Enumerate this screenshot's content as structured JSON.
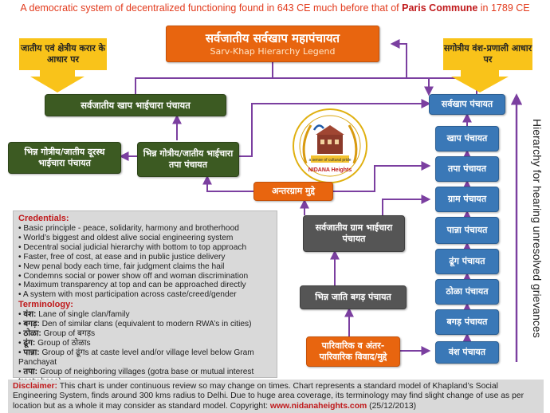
{
  "banner": {
    "prefix": "A democratic system of decentralized functioning found in 643 CE much before that of ",
    "paris": "Paris Commune",
    "suffix": " in 1789 CE"
  },
  "title": {
    "hindi": "सर्वजातीय सर्वखाप महापंचायत",
    "english": "Sarv-Khap Hierarchy Legend"
  },
  "callouts": {
    "left": "जातीय एवं क्षेत्रीय करार के आधार पर",
    "right": "सगोत्रीय वंश-प्रणाली आधार पर"
  },
  "nodes": {
    "sarvajatiya_khap": "सर्वजातीय खाप भाईचारा पंचायत",
    "bhinn_durasth": "भिन्न गोत्रीय/जातीय दूरस्थ भाईचारा पंचायत",
    "bhinn_tapa": "भिन्न गोत्रीय/जातीय भाईचारा तपा पंचायत",
    "antargram": "अन्तरग्राम मुद्दे",
    "sarvajatiya_gram": "सर्वजातीय ग्राम भाईचारा पंचायत",
    "bhinn_jati_bagad": "भिन्न जाति बगड़ पंचायत",
    "parivarik": "पारिवारिक व अंतर-पारिवारिक विवाद/मुद्दे"
  },
  "hierarchy": [
    "सर्वखाप पंचायत",
    "खाप पंचायत",
    "तपा पंचायत",
    "ग्राम पंचायत",
    "पान्ना पंचायत",
    "ढूंग पंचायत",
    "ठोळा पंचायत",
    "बगड़ पंचायत",
    "वंश पंचायत"
  ],
  "vertical_label": "Hierarchy for hearing unresolved grievances",
  "logo": {
    "caption": "NIDANA Heights",
    "motto": "a sense of cultural pride"
  },
  "credentials": {
    "heading": "Credentials:",
    "items": [
      "Basic principle - peace, solidarity, harmony and brotherhood",
      "World’s biggest and oldest alive social engineering system",
      "Decentral social judicial hierarchy with bottom to top approach",
      "Faster, free of cost, at ease and in public justice delivery",
      "New penal body each time, fair judgment claims the hail",
      "Condemns social or power show off and woman discrimination",
      "Maximum transparency at top and can be approached directly",
      "A system with most participation across caste/creed/gender"
    ],
    "terms_heading": "Terminology:",
    "terms": [
      {
        "term": "वंश:",
        "def": " Lane of single clan/family"
      },
      {
        "term": "बगड़:",
        "def": " Den of similar clans (equivalent to modern RWA’s in cities)"
      },
      {
        "term": "ठोळा:",
        "def": " Group of बगड़s"
      },
      {
        "term": "ढूंग:",
        "def": " Group of ठोळाs"
      },
      {
        "term": "पान्ना:",
        "def": " Group of ढूंगs at caste level and/or village level below Gram Panchayat"
      },
      {
        "term": "तपा:",
        "def": " Group of neighboring villages (gotra base or mutual interest treaty base)"
      }
    ]
  },
  "disclaimer": {
    "label": "Disclaimer:",
    "text": " This chart is under continuous review so may change on times. Chart represents a standard model of Khapland’s Social Engineering System, finds around 300 kms radius to Delhi. Due to huge area coverage, its terminology may find slight change of use as per location but as a whole it may consider as standard model. Copyright: ",
    "website": "www.nidanaheights.com",
    "date": " (25/12/2013)"
  },
  "colors": {
    "green": "#3c5a22",
    "blue": "#3a78b7",
    "orange": "#e8650f",
    "grey": "#555555",
    "yellow": "#f9c31a",
    "arrow": "#7b3fa0",
    "accent_red": "#c0191b"
  }
}
